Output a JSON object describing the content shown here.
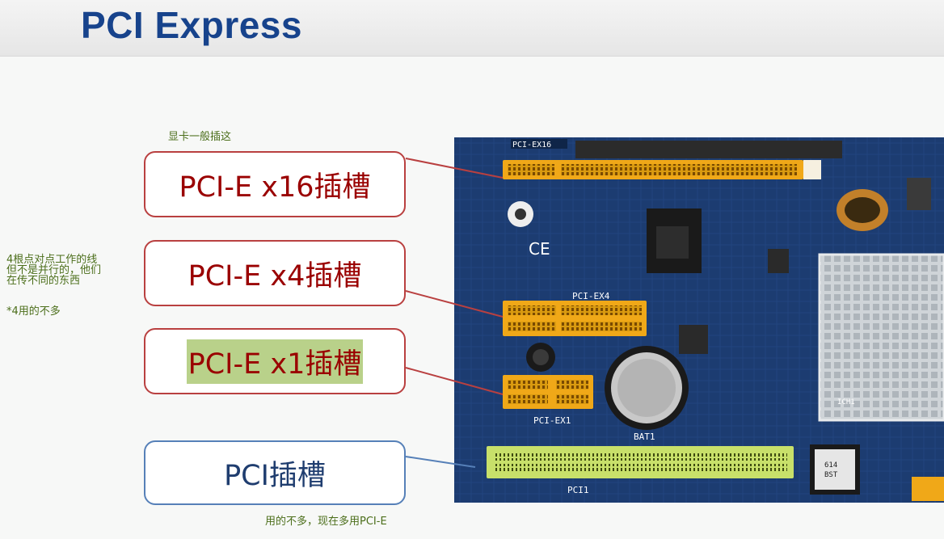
{
  "header": {
    "title": "PCI Express"
  },
  "notes": {
    "x16_note": "显卡一般插这",
    "x4_note": "4根点对点工作的线\n但不是并行的，他们\n在传不同的东西",
    "x4_footnote": "*4用的不多",
    "pci_note": "用的不多，现在多用PCI-E"
  },
  "callouts": {
    "x16": "PCI-E x16插槽",
    "x4": "PCI-E x4插槽",
    "x1": "PCI-E x1插槽",
    "pci": "PCI插槽"
  },
  "board_labels": {
    "pci_ex16": "PCI-EX16",
    "pci_ex4": "PCI-EX4",
    "pci_ex1": "PCI-EX1",
    "pci1": "PCI1",
    "bat1": "BAT1",
    "ich1": "ICH1",
    "chip_code": "614\nBST"
  },
  "colors": {
    "title": "#17438c",
    "callout_red_border": "#b94040",
    "callout_red_text": "#9a0000",
    "callout_blue_border": "#5680b8",
    "note_text": "#4b6e1a",
    "highlight": "#b9d18a"
  }
}
